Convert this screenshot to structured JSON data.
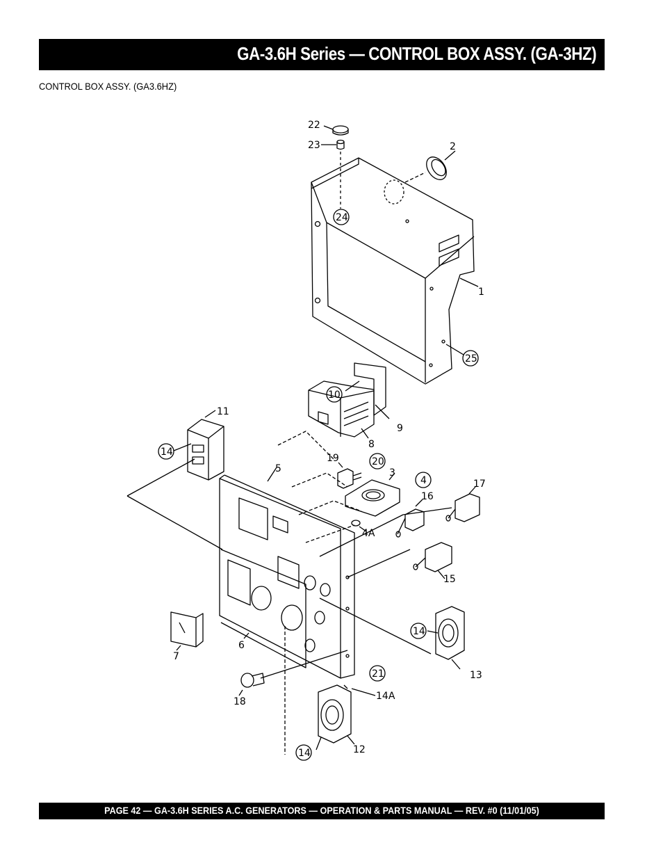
{
  "header": {
    "title": "GA-3.6H Series — CONTROL BOX ASSY. (GA-3HZ)"
  },
  "subtitle": "CONTROL BOX ASSY. (GA3.6HZ)",
  "footer": {
    "text": "PAGE 42 — GA-3.6H SERIES A.C. GENERATORS — OPERATION & PARTS  MANUAL — REV. #0  (11/01/05)"
  },
  "callouts": {
    "c1": "1",
    "c2": "2",
    "c3": "3",
    "c4": "4",
    "c4a": "4A",
    "c5": "5",
    "c6": "6",
    "c7": "7",
    "c8": "8",
    "c9": "9",
    "c10": "10",
    "c11": "11",
    "c12": "12",
    "c13": "13",
    "c14a": "14",
    "c14b": "14",
    "c14c": "14",
    "c14A": "14A",
    "c15": "15",
    "c16": "16",
    "c17": "17",
    "c18": "18",
    "c19": "19",
    "c20": "20",
    "c21": "21",
    "c22": "22",
    "c23": "23",
    "c24": "24",
    "c25": "25"
  },
  "colors": {
    "bar": "#000000",
    "bar_text": "#ffffff",
    "line": "#000000"
  }
}
